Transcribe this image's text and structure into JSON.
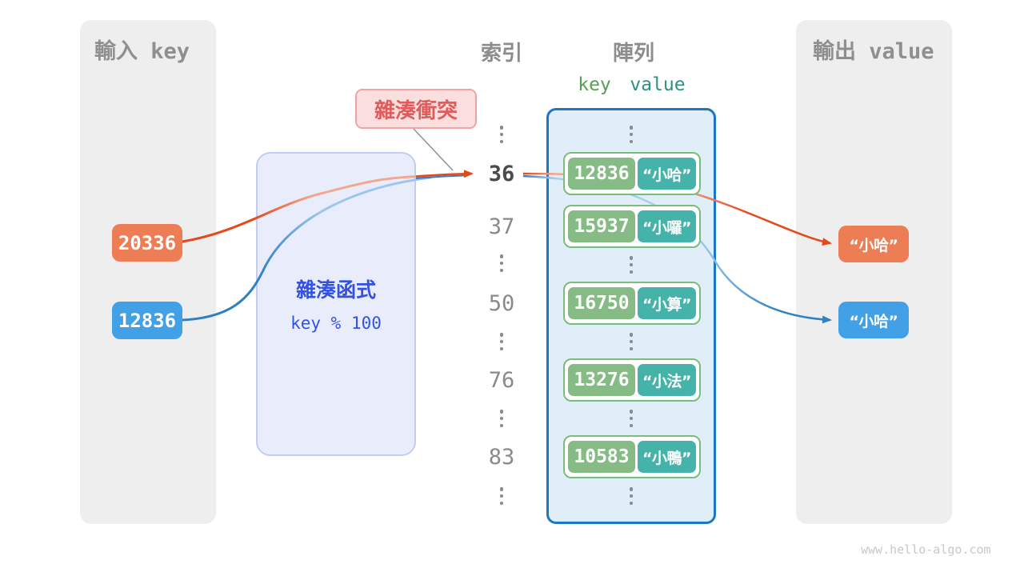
{
  "input_panel": {
    "title": "輸入 key",
    "keys": [
      "20336",
      "12836"
    ]
  },
  "hash_box": {
    "title": "雜湊函式",
    "formula": "key % 100"
  },
  "collision_label": "雜湊衝突",
  "index_column": {
    "title": "索引",
    "values": [
      "36",
      "37",
      "50",
      "76",
      "83"
    ]
  },
  "array_panel": {
    "title": "陣列",
    "key_header": "key",
    "value_header": "value",
    "rows": [
      {
        "key": "12836",
        "value": "“小哈”"
      },
      {
        "key": "15937",
        "value": "“小囉”"
      },
      {
        "key": "16750",
        "value": "“小算”"
      },
      {
        "key": "13276",
        "value": "“小法”"
      },
      {
        "key": "10583",
        "value": "“小鴨”"
      }
    ]
  },
  "output_panel": {
    "title": "輸出 value",
    "values": [
      "“小哈”",
      "“小哈”"
    ]
  },
  "watermark": "www.hello-algo.com",
  "colors": {
    "input_key_orange": "#ED7D54",
    "input_key_blue": "#41A0E6",
    "array_key_green": "#87BB86",
    "array_value_teal": "#45B3AA",
    "arrow_orange": "#E2491B",
    "arrow_blue": "#2F80C3",
    "hash_text_blue": "#3351E2",
    "collision_red": "#E25B5B",
    "array_border_blue": "#1B76C6",
    "panel_gray": "#EEEEEE"
  }
}
